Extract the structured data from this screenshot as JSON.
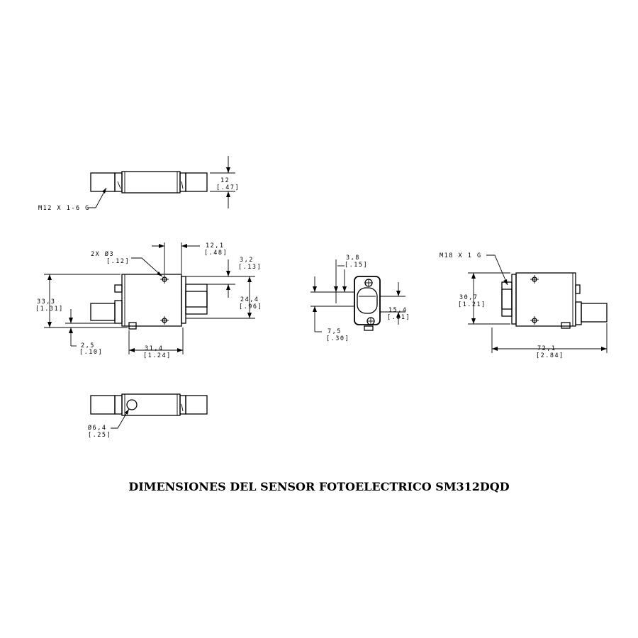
{
  "title": "DIMENSIONES DEL SENSOR FOTOELECTRICO SM312DQD",
  "labels": {
    "d12": "12",
    "d12in": "[.47]",
    "m12": "M12 X 1-6 G",
    "d12_1": "12,1",
    "d12_1in": "[.48]",
    "hole2x": "2X Ø3",
    "hole2xin": "[.12]",
    "d3_2": "3,2",
    "d3_2in": "[.13]",
    "d33_3": "33,3",
    "d33_3in": "[1.31]",
    "d24_4": "24,4",
    "d24_4in": "[.96]",
    "d2_5": "2,5",
    "d2_5in": "[.10]",
    "d31_4": "31,4",
    "d31_4in": "[1.24]",
    "d3_8": "3,8",
    "d3_8in": "[.15]",
    "d15_4": "15,4",
    "d15_4in": "[.61]",
    "d7_5": "7,5",
    "d7_5in": "[.30]",
    "m18": "M18 X 1 G",
    "d30_7": "30,7",
    "d30_7in": "[1.21]",
    "d72_1": "72,1",
    "d72_1in": "[2.84]",
    "d6_4": "Ø6,4",
    "d6_4in": "[.25]"
  }
}
